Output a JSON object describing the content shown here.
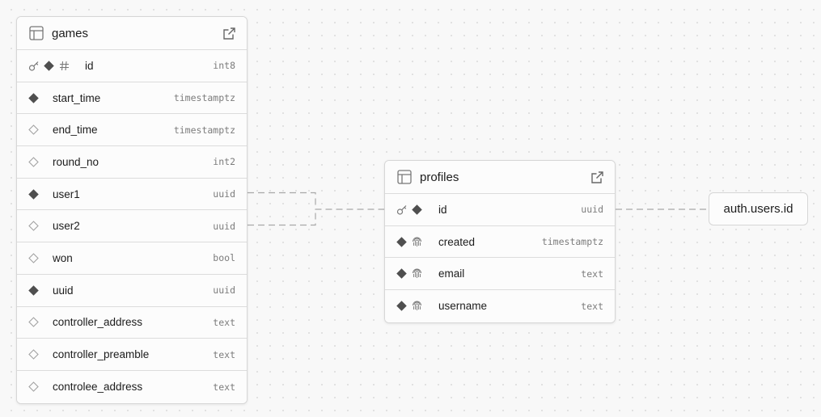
{
  "tables": {
    "games": {
      "title": "games",
      "columns": [
        {
          "name": "id",
          "type": "int8",
          "primary_key": true,
          "nullable": false,
          "identity": true
        },
        {
          "name": "start_time",
          "type": "timestamptz",
          "nullable": false
        },
        {
          "name": "end_time",
          "type": "timestamptz",
          "nullable": true
        },
        {
          "name": "round_no",
          "type": "int2",
          "nullable": true
        },
        {
          "name": "user1",
          "type": "uuid",
          "nullable": false
        },
        {
          "name": "user2",
          "type": "uuid",
          "nullable": true
        },
        {
          "name": "won",
          "type": "bool",
          "nullable": true
        },
        {
          "name": "uuid",
          "type": "uuid",
          "nullable": false
        },
        {
          "name": "controller_address",
          "type": "text",
          "nullable": true
        },
        {
          "name": "controller_preamble",
          "type": "text",
          "nullable": true
        },
        {
          "name": "controlee_address",
          "type": "text",
          "nullable": true
        }
      ]
    },
    "profiles": {
      "title": "profiles",
      "columns": [
        {
          "name": "id",
          "type": "uuid",
          "primary_key": true,
          "nullable": false
        },
        {
          "name": "created",
          "type": "timestamptz",
          "nullable": false,
          "unique": true
        },
        {
          "name": "email",
          "type": "text",
          "nullable": false,
          "unique": true
        },
        {
          "name": "username",
          "type": "text",
          "nullable": false,
          "unique": true
        }
      ]
    }
  },
  "reference": {
    "label": "auth.users.id"
  },
  "relations": [
    {
      "from": "games.user1",
      "to": "profiles.id"
    },
    {
      "from": "games.user2",
      "to": "profiles.id"
    },
    {
      "from": "profiles.id",
      "to": "auth.users.id"
    }
  ],
  "colors": {
    "diamond_filled": "#4f4f4f",
    "diamond_outline": "#a3a3a3",
    "icon": "#777777",
    "edge": "#a8a8a8"
  }
}
